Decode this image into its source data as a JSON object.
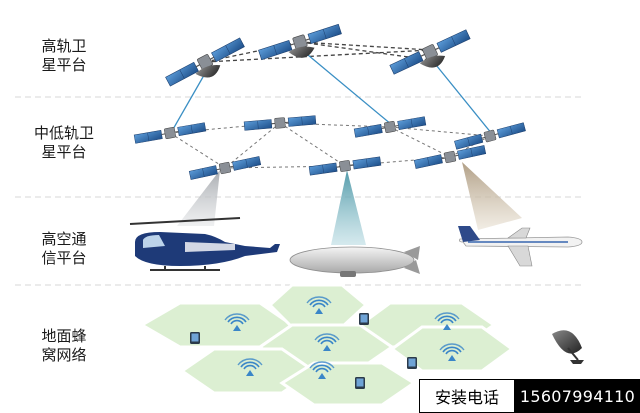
{
  "layers": [
    {
      "line1": "高轨卫",
      "line2": "星平台"
    },
    {
      "line1": "中低轨卫",
      "line2": "星平台"
    },
    {
      "line1": "高空通",
      "line2": "信平台"
    },
    {
      "line1": "地面蜂",
      "line2": "窝网络"
    }
  ],
  "contact": {
    "label": "安装电话",
    "phone": "15607994110"
  },
  "colors": {
    "link": "#3a8fc4",
    "dashed": "#555555",
    "hex_fill": "#dcefd2",
    "hex_stroke": "#ffffff",
    "wifi": "#3a86c8",
    "panel": "#2e6fb0"
  }
}
